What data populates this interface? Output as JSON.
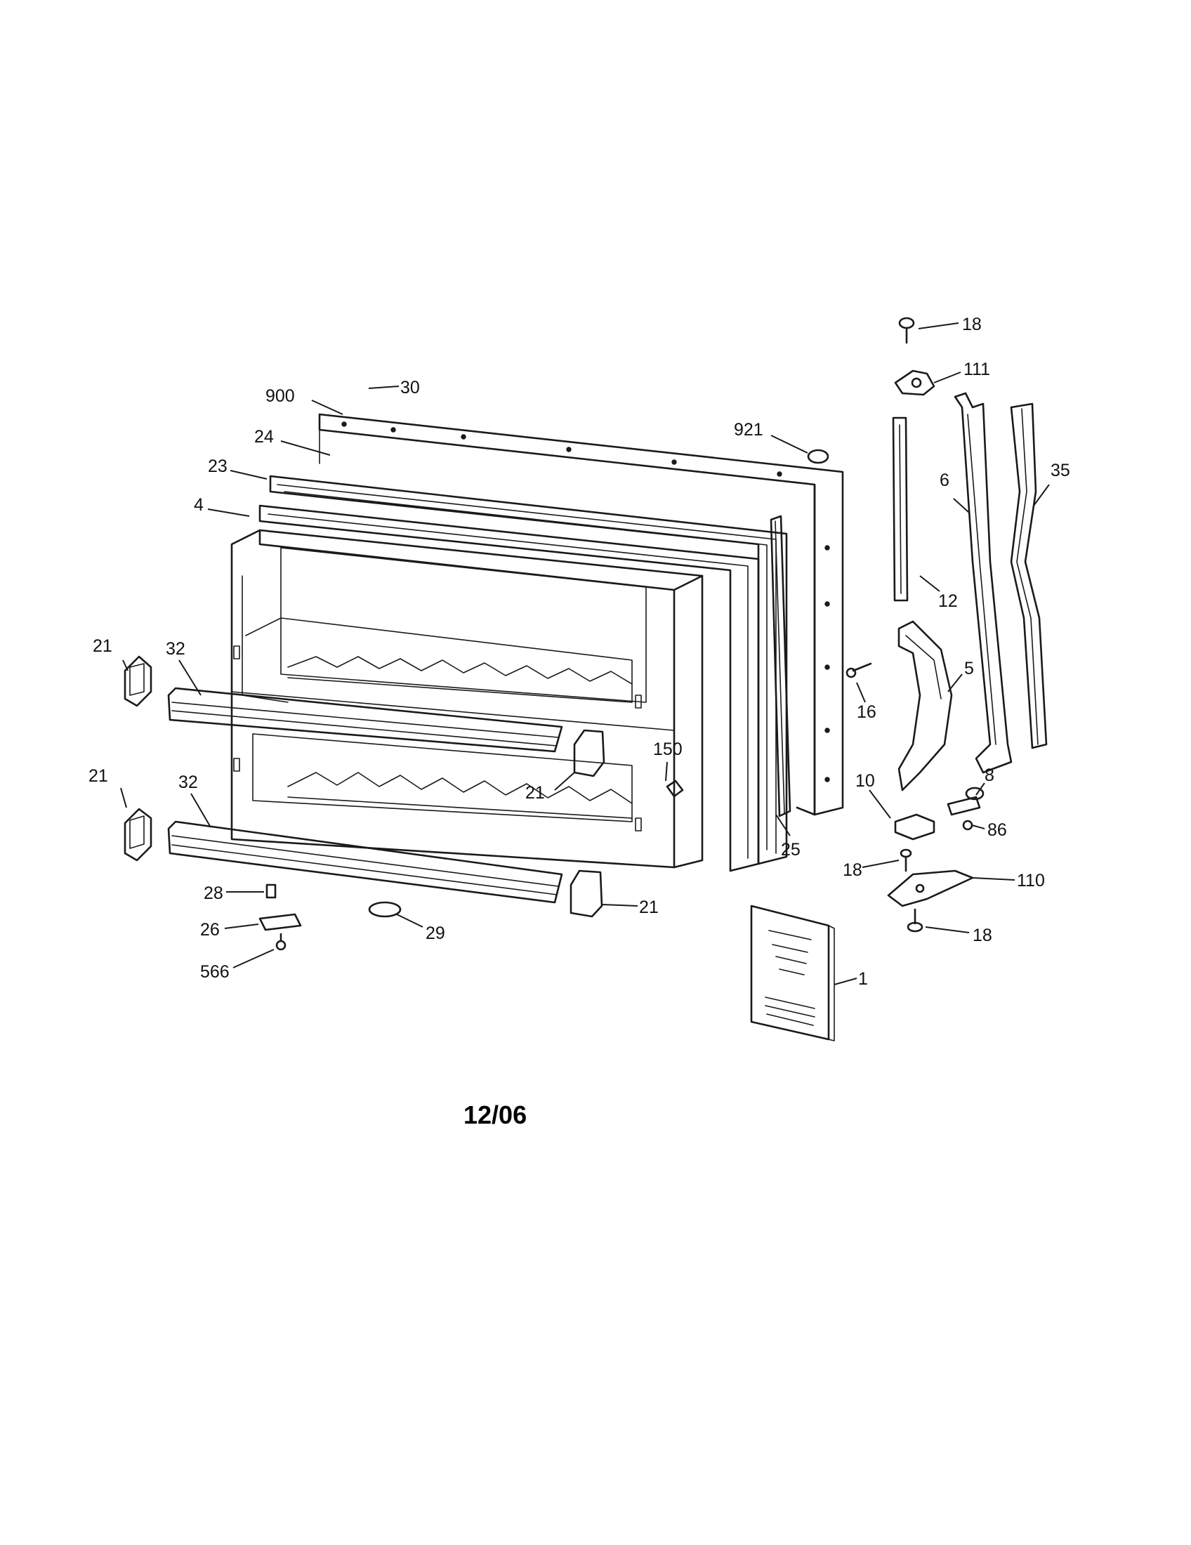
{
  "diagram": {
    "footer_date": "12/06",
    "callouts": [
      {
        "id": "c-18-top",
        "label": "18"
      },
      {
        "id": "c-111",
        "label": "111"
      },
      {
        "id": "c-30",
        "label": "30"
      },
      {
        "id": "c-900",
        "label": "900"
      },
      {
        "id": "c-921",
        "label": "921"
      },
      {
        "id": "c-24",
        "label": "24"
      },
      {
        "id": "c-23",
        "label": "23"
      },
      {
        "id": "c-4",
        "label": "4"
      },
      {
        "id": "c-6",
        "label": "6"
      },
      {
        "id": "c-35",
        "label": "35"
      },
      {
        "id": "c-12",
        "label": "12"
      },
      {
        "id": "c-5",
        "label": "5"
      },
      {
        "id": "c-16",
        "label": "16"
      },
      {
        "id": "c-21-upper-left",
        "label": "21"
      },
      {
        "id": "c-32-upper",
        "label": "32"
      },
      {
        "id": "c-150",
        "label": "150"
      },
      {
        "id": "c-21-mid",
        "label": "21"
      },
      {
        "id": "c-21-lower-left",
        "label": "21"
      },
      {
        "id": "c-32-lower",
        "label": "32"
      },
      {
        "id": "c-10",
        "label": "10"
      },
      {
        "id": "c-8",
        "label": "8"
      },
      {
        "id": "c-86",
        "label": "86"
      },
      {
        "id": "c-25",
        "label": "25"
      },
      {
        "id": "c-18-mid",
        "label": "18"
      },
      {
        "id": "c-110",
        "label": "110"
      },
      {
        "id": "c-28",
        "label": "28"
      },
      {
        "id": "c-21-bottom",
        "label": "21"
      },
      {
        "id": "c-26",
        "label": "26"
      },
      {
        "id": "c-29",
        "label": "29"
      },
      {
        "id": "c-18-bottom",
        "label": "18"
      },
      {
        "id": "c-566",
        "label": "566"
      },
      {
        "id": "c-1",
        "label": "1"
      }
    ]
  }
}
